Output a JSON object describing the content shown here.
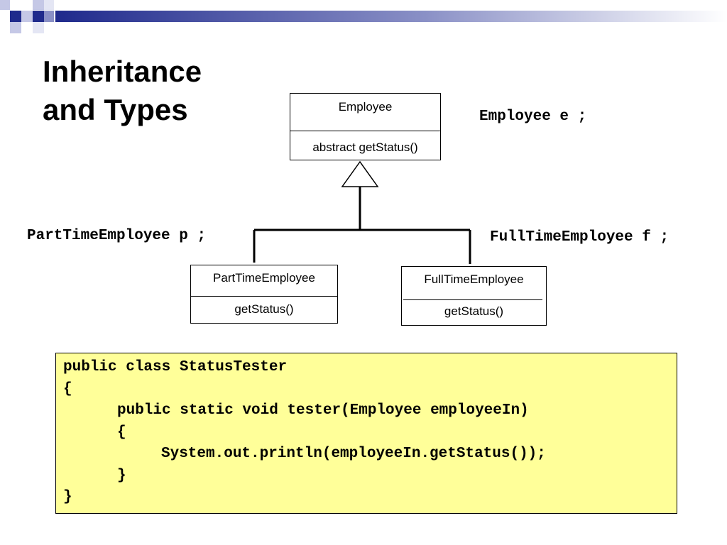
{
  "slide": {
    "title_line1": "Inheritance",
    "title_line2": "and Types"
  },
  "colors": {
    "accent_dark": "#1f2a8c",
    "accent_light": "#c5c8e6",
    "code_background": "#ffff99"
  },
  "diagram": {
    "parent_class": {
      "name": "Employee",
      "method": "abstract getStatus()"
    },
    "child_classes": [
      {
        "name": "PartTimeEmployee",
        "method": "getStatus()"
      },
      {
        "name": "FullTimeEmployee",
        "method": "getStatus()"
      }
    ],
    "relationship": "inheritance"
  },
  "declarations": {
    "employee": "Employee e ;",
    "part_time": "PartTimeEmployee p ;",
    "full_time": "FullTimeEmployee f ;"
  },
  "code": {
    "lines": [
      "public class StatusTester",
      "{",
      "public static void tester(Employee employeeIn)",
      "{",
      "System.out.println(employeeIn.getStatus());",
      "}",
      "}"
    ]
  }
}
